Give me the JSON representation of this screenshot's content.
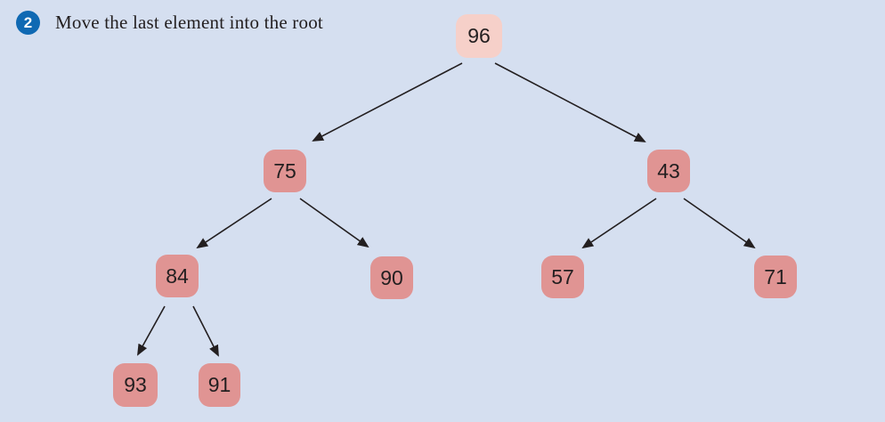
{
  "header": {
    "step_number": "2",
    "title": "Move the last element into the root"
  },
  "colors": {
    "background": "#d5dff0",
    "badge": "#0f69b3",
    "ink": "#231f20",
    "node": "#e09493",
    "node_root": "#f6d0c9"
  },
  "tree": {
    "nodes": [
      {
        "value": "96",
        "role": "root",
        "highlighted": true
      },
      {
        "value": "75",
        "role": "left-child-of-root"
      },
      {
        "value": "43",
        "role": "right-child-of-root"
      },
      {
        "value": "84",
        "role": "left-child-of-75"
      },
      {
        "value": "90",
        "role": "right-child-of-75"
      },
      {
        "value": "57",
        "role": "left-child-of-43"
      },
      {
        "value": "71",
        "role": "right-child-of-43"
      },
      {
        "value": "93",
        "role": "left-child-of-84"
      },
      {
        "value": "91",
        "role": "right-child-of-84"
      }
    ],
    "edges": [
      {
        "from": "96",
        "to": "75"
      },
      {
        "from": "96",
        "to": "43"
      },
      {
        "from": "75",
        "to": "84"
      },
      {
        "from": "75",
        "to": "90"
      },
      {
        "from": "43",
        "to": "57"
      },
      {
        "from": "43",
        "to": "71"
      },
      {
        "from": "84",
        "to": "93"
      },
      {
        "from": "84",
        "to": "91"
      }
    ]
  }
}
